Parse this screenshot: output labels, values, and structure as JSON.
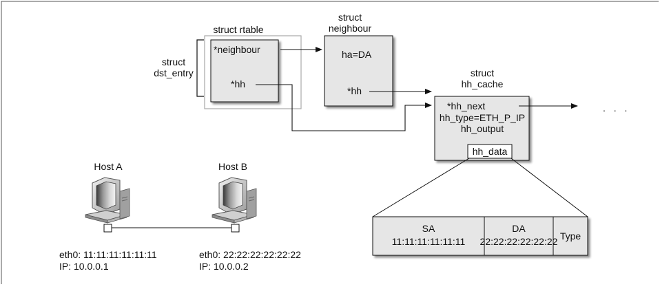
{
  "rtable": {
    "title": "struct rtable",
    "field_neighbour": "*neighbour",
    "field_hh": "*hh"
  },
  "dst_entry": {
    "label_line1": "struct",
    "label_line2": "dst_entry"
  },
  "neighbour": {
    "title_line1": "struct",
    "title_line2": "neighbour",
    "field_ha": "ha=DA",
    "field_hh": "*hh"
  },
  "hh_cache": {
    "title_line1": "struct",
    "title_line2": "hh_cache",
    "field_next": "*hh_next",
    "field_type": "hh_type=ETH_P_IP",
    "field_output": "hh_output",
    "field_data": "hh_data",
    "continuation": ". . ."
  },
  "header_table": {
    "sa_label": "SA",
    "sa_value": "11:11:11:11:11:11",
    "da_label": "DA",
    "da_value": "22:22:22:22:22:22",
    "type_label": "Type"
  },
  "host_a": {
    "name": "Host A",
    "eth": "eth0: 11:11:11:11:11:11",
    "ip": "IP: 10.0.0.1"
  },
  "host_b": {
    "name": "Host B",
    "eth": "eth0: 22:22:22:22:22:22",
    "ip": "IP: 10.0.0.2"
  },
  "icons": {
    "host_a": "computer-icon",
    "host_b": "computer-icon"
  },
  "colors": {
    "box_fill": "#e6e6e6",
    "line": "#111111",
    "border": "#555555",
    "highlight": "#a8a8a8"
  }
}
